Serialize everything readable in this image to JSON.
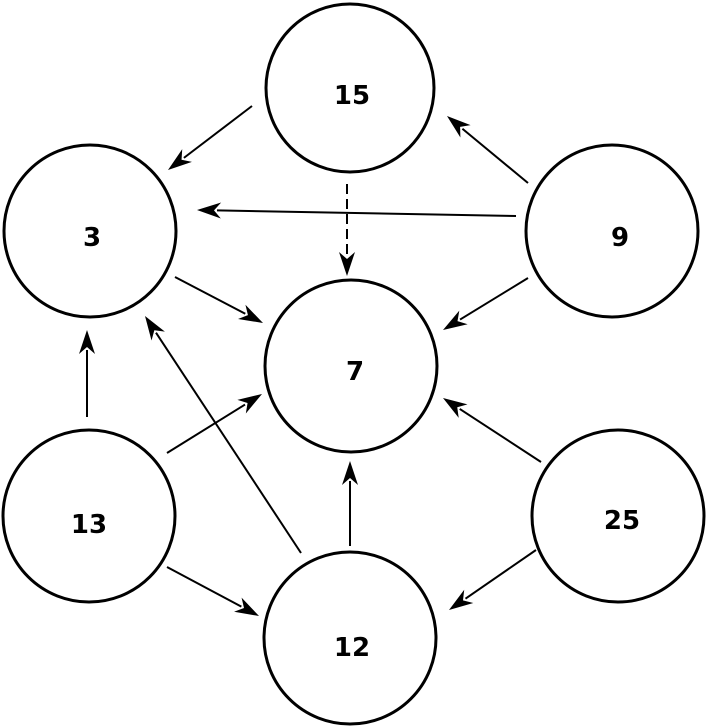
{
  "nodes": [
    {
      "id": "n15",
      "label": "15"
    },
    {
      "id": "n3",
      "label": "3"
    },
    {
      "id": "n9",
      "label": "9"
    },
    {
      "id": "n7",
      "label": "7"
    },
    {
      "id": "n13",
      "label": "13"
    },
    {
      "id": "n25",
      "label": "25"
    },
    {
      "id": "n12",
      "label": "12"
    }
  ],
  "edges": [
    {
      "from": "n15",
      "to": "n3"
    },
    {
      "from": "n15",
      "to": "n7"
    },
    {
      "from": "n9",
      "to": "n15"
    },
    {
      "from": "n9",
      "to": "n3"
    },
    {
      "from": "n9",
      "to": "n7"
    },
    {
      "from": "n3",
      "to": "n7"
    },
    {
      "from": "n13",
      "to": "n3"
    },
    {
      "from": "n13",
      "to": "n7"
    },
    {
      "from": "n13",
      "to": "n12"
    },
    {
      "from": "n12",
      "to": "n3"
    },
    {
      "from": "n12",
      "to": "n7"
    },
    {
      "from": "n25",
      "to": "n7"
    },
    {
      "from": "n25",
      "to": "n12"
    }
  ],
  "colors": {
    "stroke": "#000000",
    "background": "#ffffff"
  }
}
